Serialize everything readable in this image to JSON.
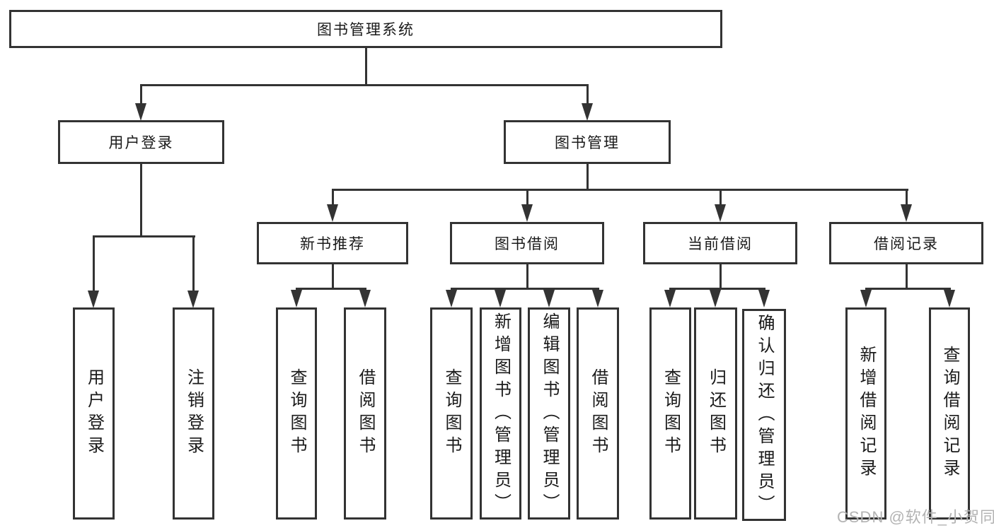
{
  "diagram": {
    "root": "图书管理系统",
    "level2": [
      "用户登录",
      "图书管理"
    ],
    "level3": [
      "新书推荐",
      "图书借阅",
      "当前借阅",
      "借阅记录"
    ],
    "level4": {
      "user_login_children": [
        "用户登录",
        "注销登录"
      ],
      "new_book_children": [
        "查询图书",
        "借阅图书"
      ],
      "book_borrow_children": [
        "查询图书",
        "新增图书（管理员）",
        "编辑图书（管理员）",
        "借阅图书"
      ],
      "current_borrow_children": [
        "查询图书",
        "归还图书",
        "确认归还（管理员）"
      ],
      "borrow_record_children": [
        "新增借阅记录",
        "查询借阅记录"
      ]
    }
  },
  "watermark": "CSDN @软件_小贺同学",
  "colors": {
    "line": "#333333",
    "text": "#1a1a1a",
    "box_background": "#ffffff",
    "watermark": "#b3b3b3",
    "page_background": "#ffffff"
  }
}
